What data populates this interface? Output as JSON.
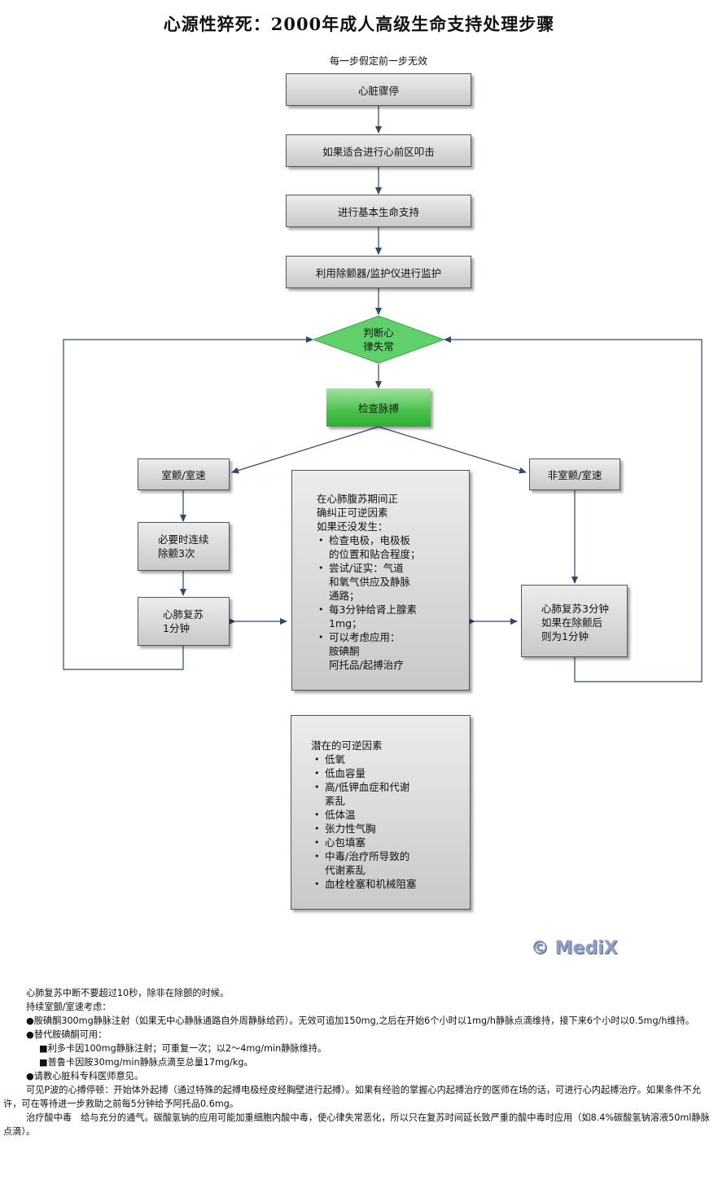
{
  "title": "心源性猝死：2000年成人高级生命支持处理步骤",
  "subtitle": "每一步假定前一步无效",
  "steps": {
    "cardiac_arrest": "心脏骤停",
    "precordial_thump": "如果适合进行心前区叩击",
    "bls": "进行基本生命支持",
    "monitor": "利用除颤器/监护仪进行监护",
    "assess_rhythm": "判断心\n律失常",
    "check_pulse": "检查脉搏",
    "vf_vt": "室颤/室速",
    "non_vf_vt": "非室颤/室速",
    "defib_3": "必要时连续\n除颤3次",
    "cpr_1min": "心肺复苏\n1分钟",
    "cpr_3min": "心肺复苏3分钟\n如果在除颤后\n则为1分钟"
  },
  "during_cpr": {
    "heading": "在心肺腹苏期间正\n确纠正可逆因素\n如果还没发生：",
    "items": [
      "检查电极，电极板\n的位置和贴合程度；",
      "尝试/证实：气道\n和氧气供应及静脉\n通路；",
      "每3分钟给肾上腺素\n1mg；",
      "可以考虑应用：\n胺碘酮\n阿托品/起搏治疗"
    ]
  },
  "reversible": {
    "heading": "潜在的可逆因素",
    "items": [
      "低氧",
      "低血容量",
      "高/低钾血症和代谢\n紊乱",
      "低体温",
      "张力性气胸",
      "心包填塞",
      "中毒/治疗所导致的\n代谢紊乱",
      "血栓栓塞和机械阻塞"
    ]
  },
  "watermark": "© MediX",
  "notes": {
    "l1": "心肺复苏中断不要超过10秒，除非在除颤的时候。",
    "l2": "持续室颤/室速考虑：",
    "l3": "●胺碘酮300mg静脉注射（如果无中心静脉通路自外周静脉给药）。无效可追加150mg,之后在开始6个小时以1mg/h静脉点滴维持，接下来6个小时以0.5mg/h维持。",
    "l4": "●替代胺碘酮可用：",
    "l5": "■利多卡因100mg静脉注射；可重复一次；以2～4mg/min静脉维持。",
    "l6": "■普鲁卡因胺30mg/min静脉点滴至总量17mg/kg。",
    "l7": "●请教心脏科专科医师意见。",
    "l8": "可见P波的心搏停顿：开始体外起搏（通过特殊的起搏电极经皮经胸壁进行起搏）。如果有经验的掌握心内起搏治疗的医师在场的话，可进行心内起搏治疗。如果条件不允许，可在等待进一步救助之前每5分钟给予阿托品0.6mg。",
    "l9": "治疗酸中毒　给与充分的通气。碳酸氢钠的应用可能加重细胞内酸中毒，使心律失常恶化，所以只在复苏时间延长致严重的酸中毒时应用（如8.4%碳酸氢钠溶液50ml静脉点滴）。"
  },
  "colors": {
    "box_fill": "#d9d9d9",
    "green": "#47c04a",
    "arrow": "#2c4a6b",
    "watermark": "#8fa0c8"
  }
}
